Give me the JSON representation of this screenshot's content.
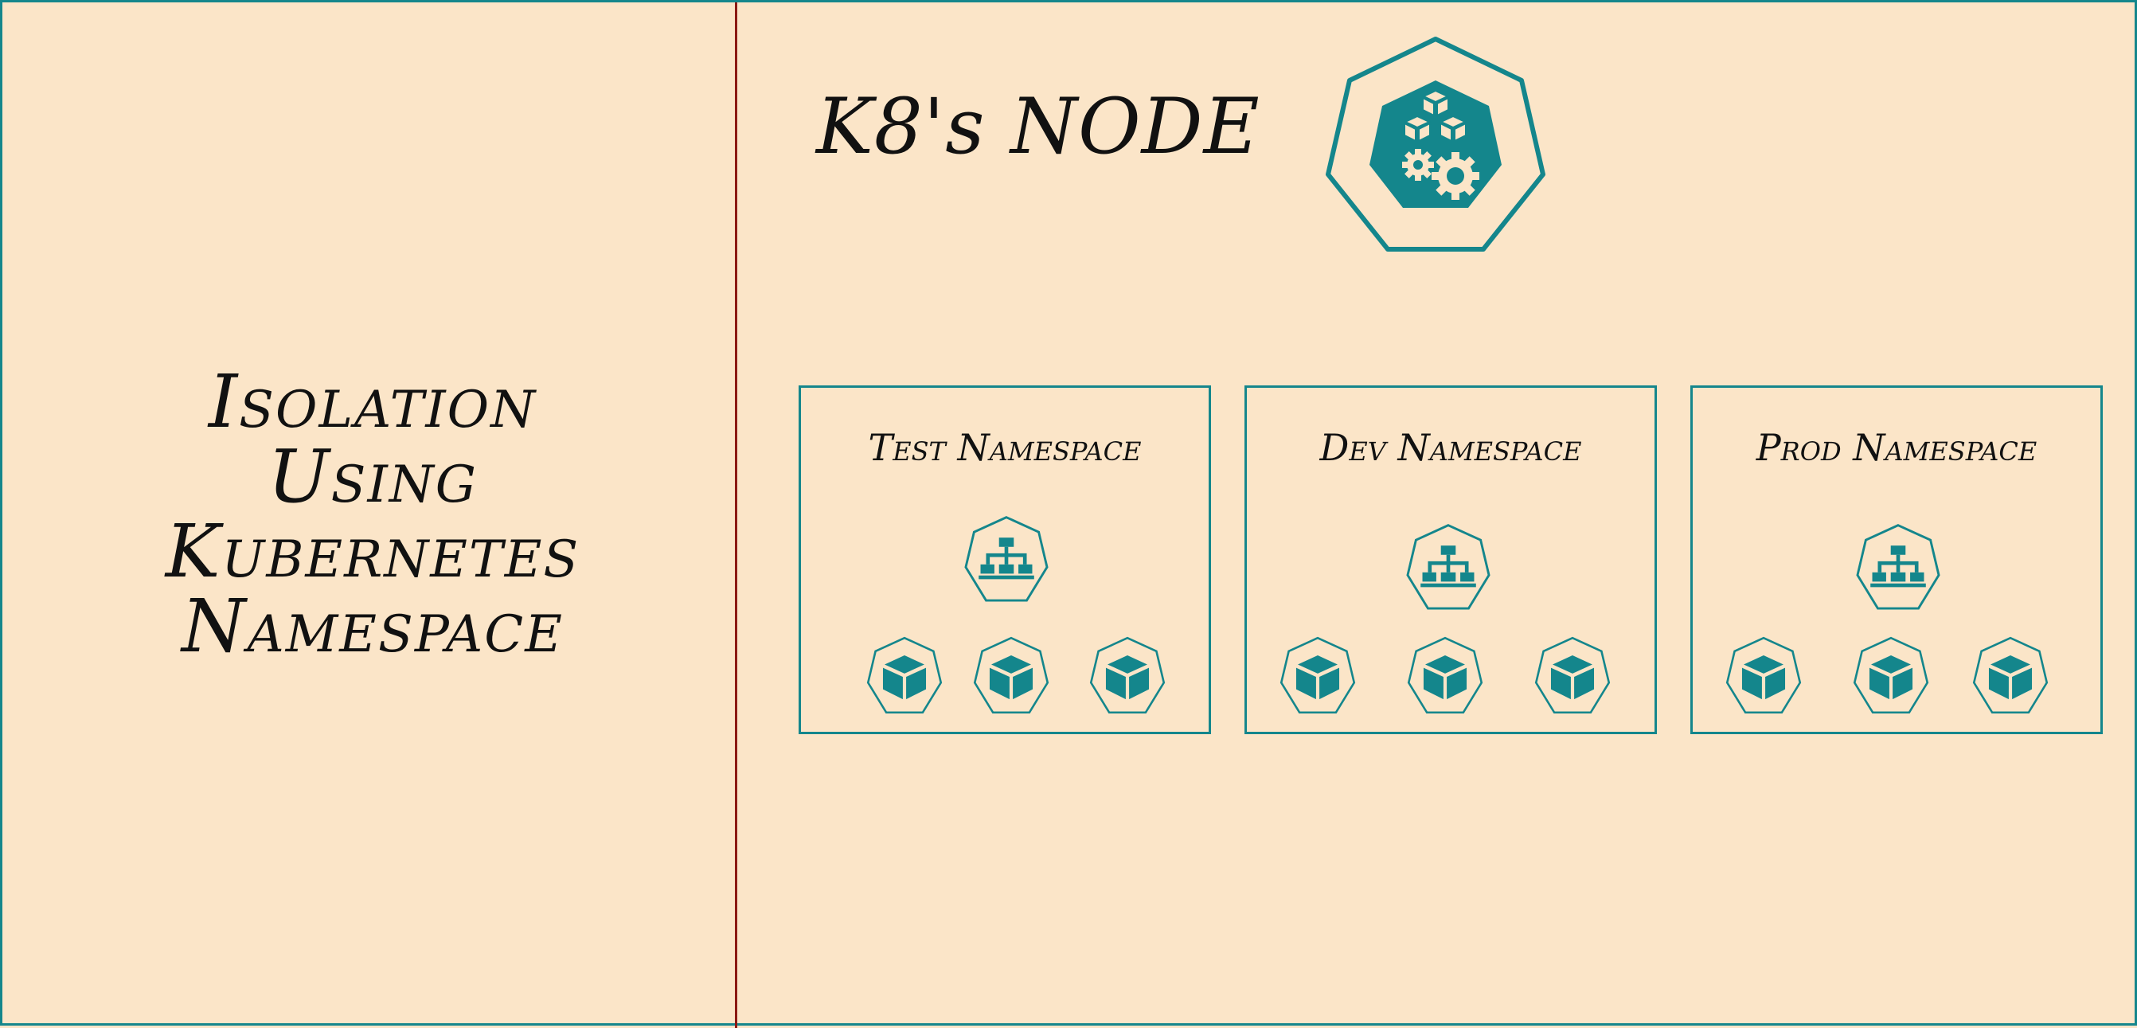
{
  "left_panel": {
    "title_lines": [
      "Isolation",
      "Using",
      "Kubernetes",
      "Namespace"
    ]
  },
  "node": {
    "title": "K8's NODE",
    "icon": "kubernetes-node-icon"
  },
  "namespaces": [
    {
      "title": "Test Namespace",
      "service_icon": "service-hierarchy-icon",
      "pod_icon": "pod-cube-icon",
      "pod_count": 3
    },
    {
      "title": "Dev Namespace",
      "service_icon": "service-hierarchy-icon",
      "pod_icon": "pod-cube-icon",
      "pod_count": 3
    },
    {
      "title": "Prod Namespace",
      "service_icon": "service-hierarchy-icon",
      "pod_icon": "pod-cube-icon",
      "pod_count": 3
    }
  ],
  "colors": {
    "background": "#fbe5c8",
    "accent_teal": "#14868c",
    "divider": "#8b1a14",
    "text": "#111111"
  }
}
